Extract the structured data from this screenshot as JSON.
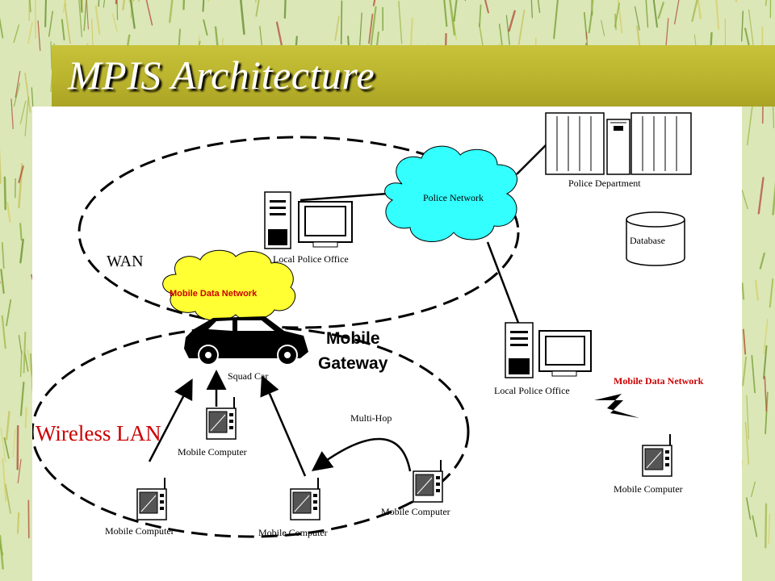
{
  "slide": {
    "title": "MPIS Architecture"
  },
  "diagram": {
    "regions": {
      "wan": "WAN",
      "wireless_lan": "Wireless LAN"
    },
    "clouds": {
      "police_network": "Police Network",
      "mobile_data_network": "Mobile Data Network"
    },
    "nodes": {
      "police_department": "Police Department",
      "database": "Database",
      "local_police_office_top": "Local Police Office",
      "local_police_office_right": "Local Police Office",
      "squad_car": "Squad Car",
      "mobile_gateway": "Mobile Gateway",
      "mobile_gateway_line1": "Mobile",
      "mobile_gateway_line2": "Gateway",
      "mobile_data_network_link": "Mobile Data Network",
      "multi_hop": "Multi-Hop",
      "mobile_computers": [
        "Mobile Computer",
        "Mobile Computer",
        "Mobile Computer",
        "Mobile Computer",
        "Mobile Computer"
      ]
    },
    "colors": {
      "police_network_cloud": "#33ffff",
      "mobile_data_cloud": "#ffff33",
      "accent_red": "#cc0000"
    }
  }
}
